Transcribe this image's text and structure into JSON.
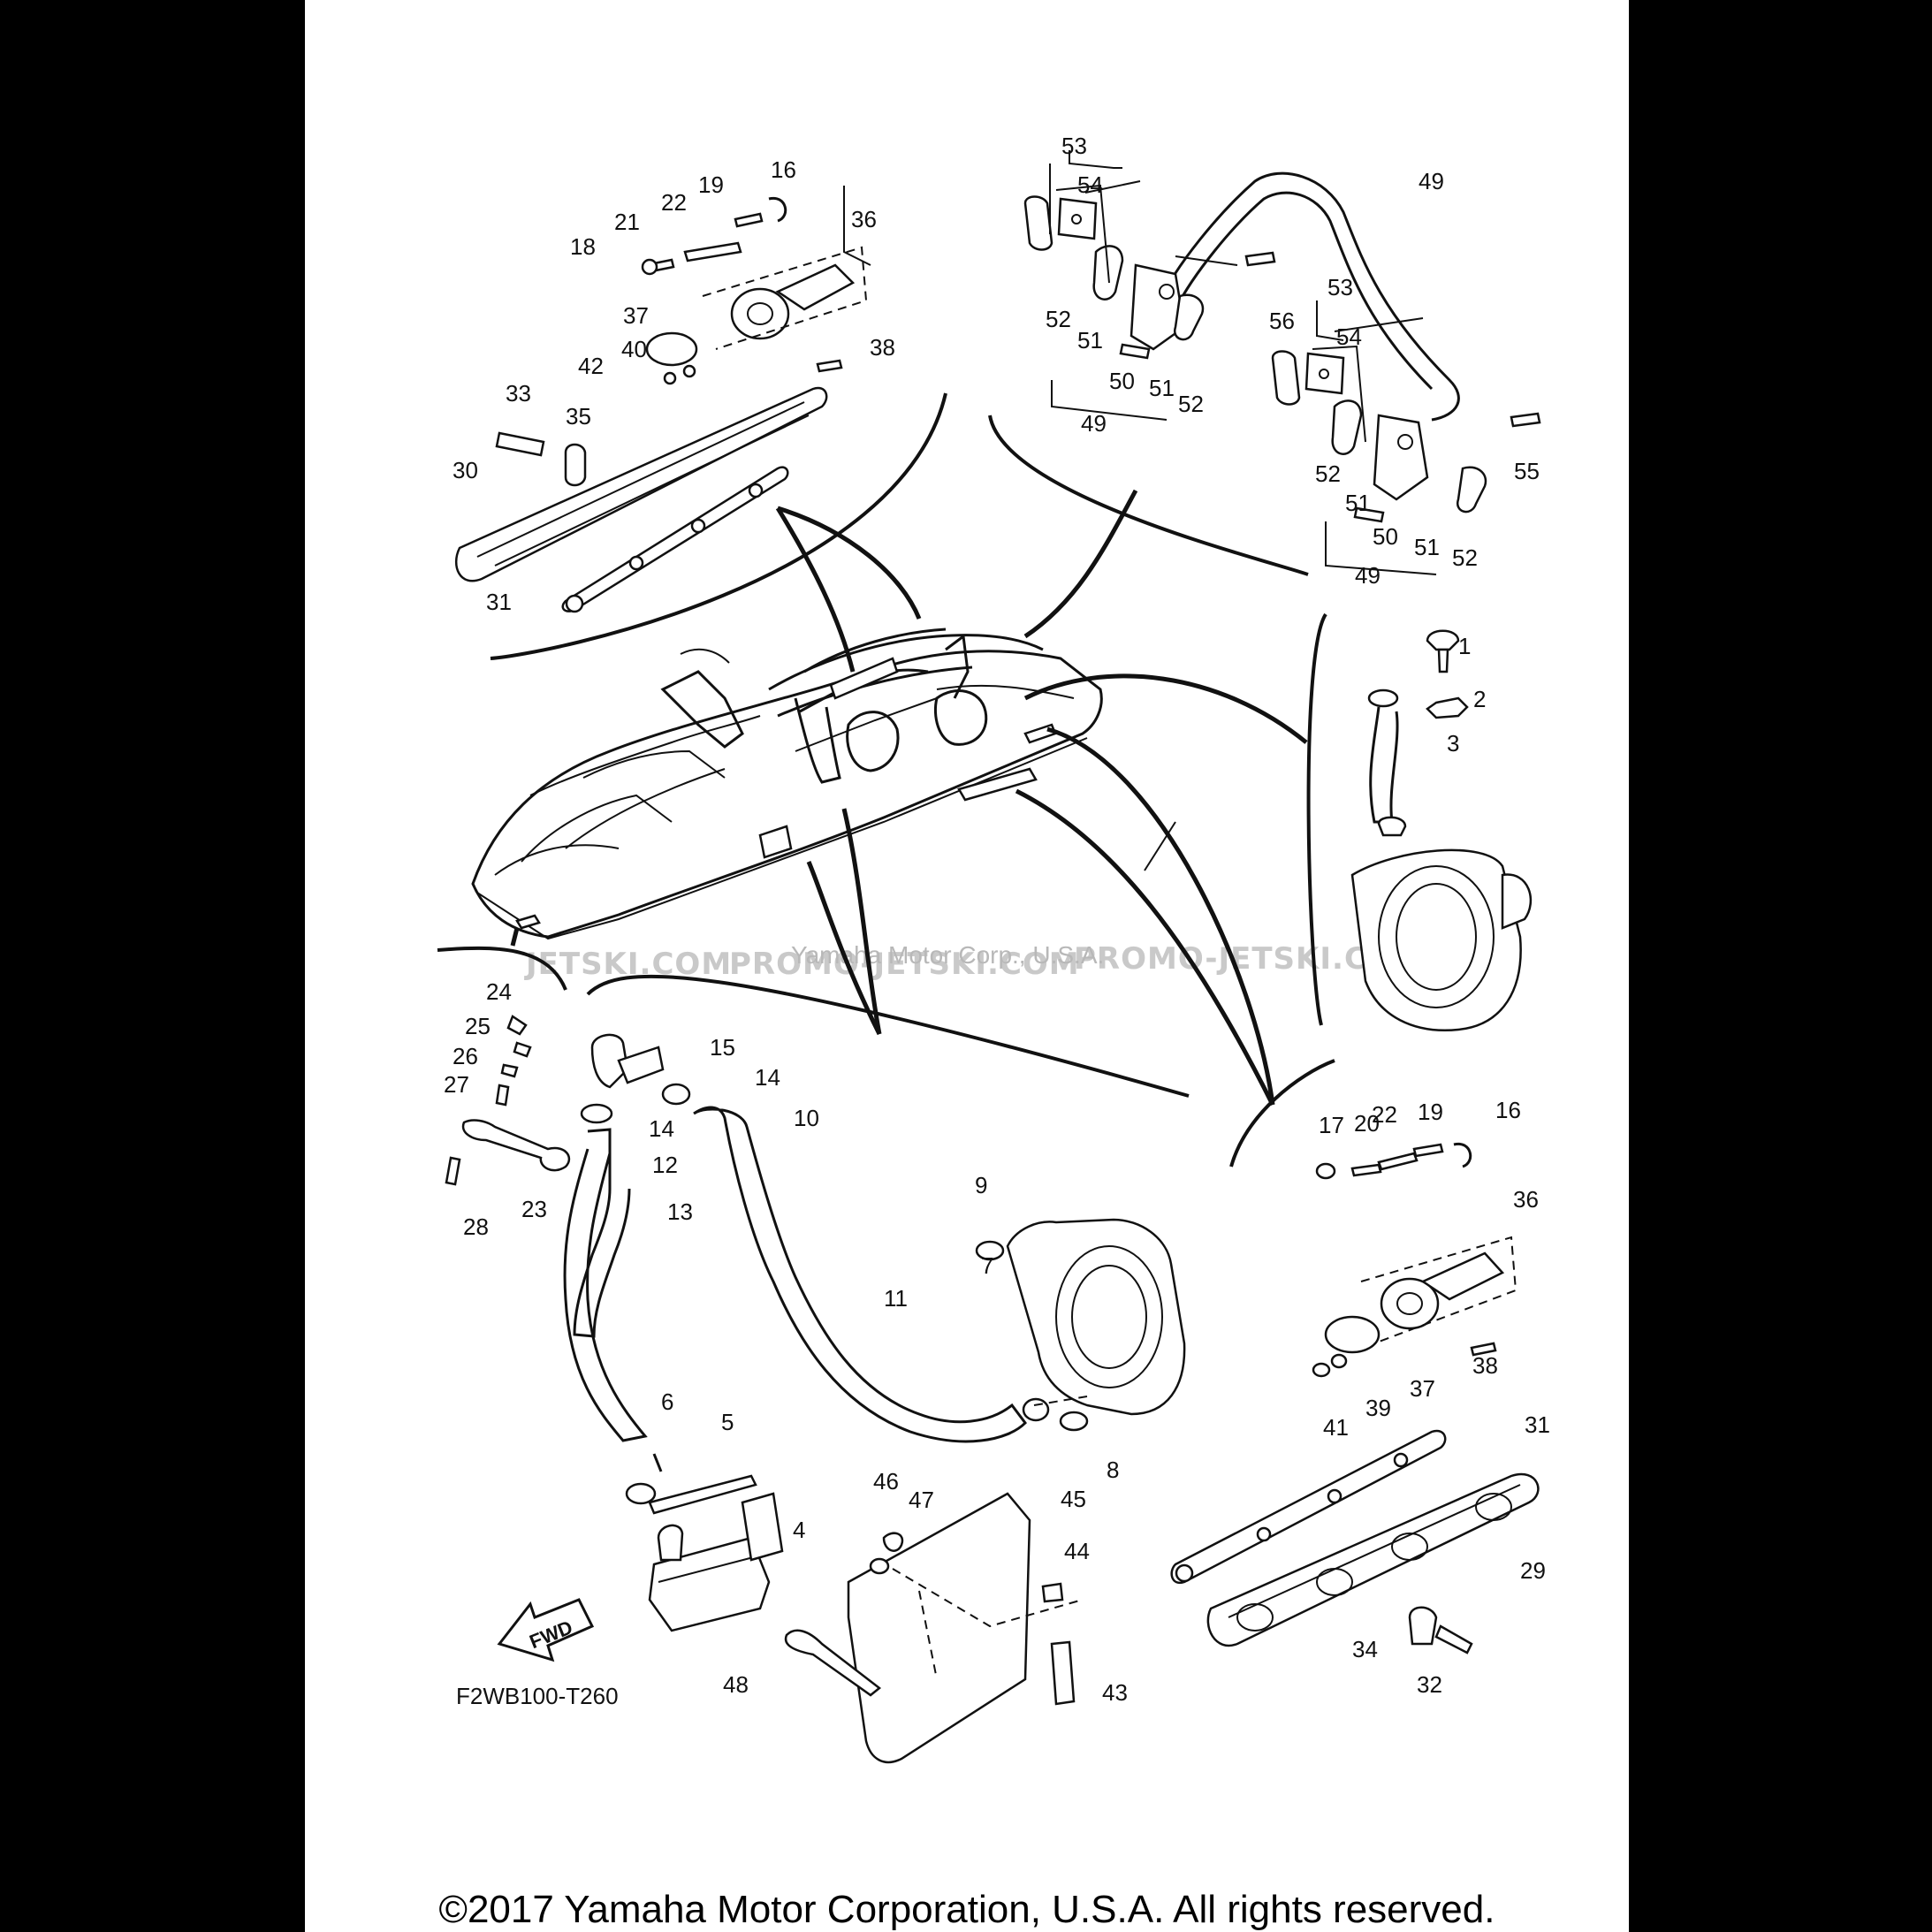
{
  "callouts": {
    "c1": "1",
    "c2": "2",
    "c3": "3",
    "c4": "4",
    "c5": "5",
    "c6": "6",
    "c7": "7",
    "c8": "8",
    "c9": "9",
    "c10": "10",
    "c11": "11",
    "c12": "12",
    "c13": "13",
    "c14a": "14",
    "c14b": "14",
    "c15": "15",
    "c16a": "16",
    "c16b": "16",
    "c17": "17",
    "c18": "18",
    "c19a": "19",
    "c19b": "19",
    "c20": "20",
    "c21": "21",
    "c22a": "22",
    "c22b": "22",
    "c23": "23",
    "c24": "24",
    "c25": "25",
    "c26": "26",
    "c27": "27",
    "c28": "28",
    "c29": "29",
    "c30": "30",
    "c31a": "31",
    "c31b": "31",
    "c32": "32",
    "c33": "33",
    "c34": "34",
    "c35": "35",
    "c36a": "36",
    "c36b": "36",
    "c37a": "37",
    "c37b": "37",
    "c38a": "38",
    "c38b": "38",
    "c39": "39",
    "c40": "40",
    "c41": "41",
    "c42": "42",
    "c43": "43",
    "c44": "44",
    "c45": "45",
    "c46": "46",
    "c47": "47",
    "c48": "48",
    "c49a": "49",
    "c49b": "49",
    "c49c": "49",
    "c50a": "50",
    "c50b": "50",
    "c51a": "51",
    "c51b": "51",
    "c51c": "51",
    "c51d": "51",
    "c52a": "52",
    "c52b": "52",
    "c52c": "52",
    "c52d": "52",
    "c53a": "53",
    "c53b": "53",
    "c54a": "54",
    "c54b": "54",
    "c55": "55",
    "c56": "56"
  },
  "figure_code": "F2WB100-T260",
  "fwd_label": "FWD",
  "watermarks": {
    "left": "JETSKI.COM",
    "center": "PROMO-JETSKI.COM",
    "right": "PROMO-JETSKI.COM",
    "overlay": "Yamaha Motor Corp., U.S.A."
  },
  "copyright": "©2017 Yamaha Motor Corporation, U.S.A. All rights reserved."
}
